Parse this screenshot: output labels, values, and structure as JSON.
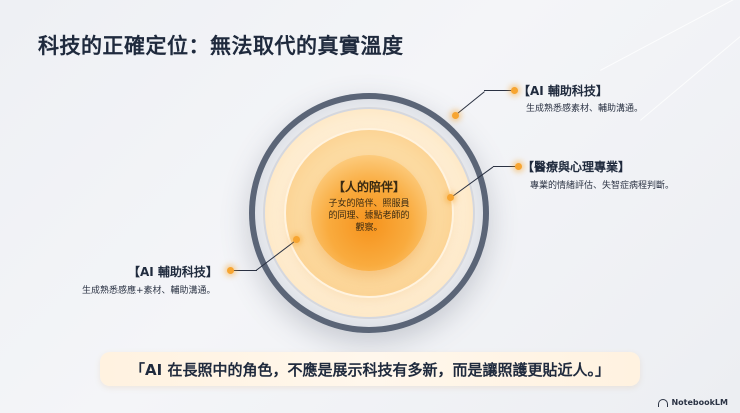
{
  "slide": {
    "title": "科技的正確定位：無法取代的真實溫度"
  },
  "core": {
    "title": "【人的陪伴】",
    "body_lines": [
      "子女的陪伴、照服員",
      "的同理、據點老師的",
      "觀察。"
    ]
  },
  "annotations": {
    "top_right": {
      "title": "【AI 輔助科技】",
      "body": "生成熟悉感素材、輔助溝通。"
    },
    "mid_right": {
      "title": "【醫療與心理專業】",
      "body": "專業的情緒評估、失智症病程判斷。"
    },
    "left": {
      "title": "【AI 輔助科技】",
      "body": "生成熟悉感應+素材、輔助溝通。"
    }
  },
  "quote": {
    "text": "「AI 在長照中的角色，不應是展示科技有多新，而是讓照護更貼近人。」"
  },
  "brand": {
    "name": "NotebookLM",
    "icon": "notebooklm-logo-icon"
  },
  "colors": {
    "accent_orange": "#f7a531",
    "title_navy": "#1f2a3d",
    "ring_outer": "#5b6577",
    "quote_bg": "#fff4e6"
  }
}
